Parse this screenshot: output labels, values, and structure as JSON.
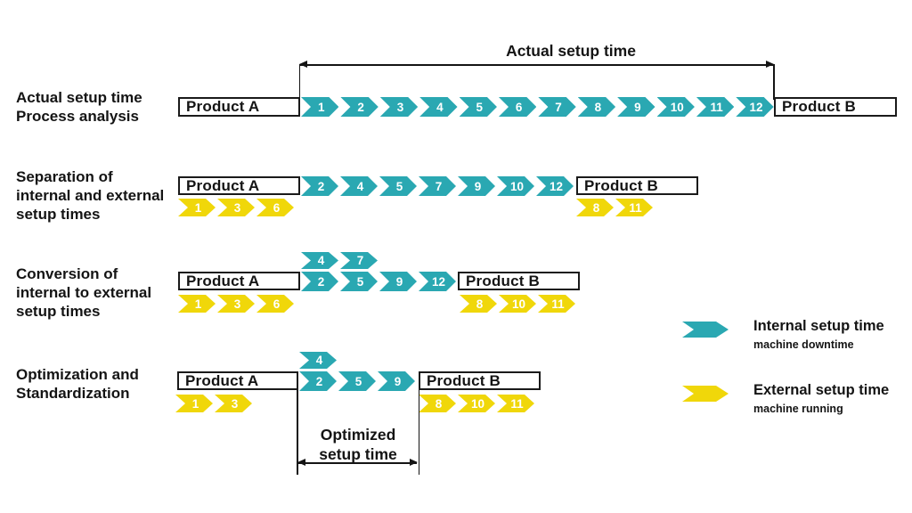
{
  "colors": {
    "internal": "#2AA8B2",
    "external": "#F0D70A",
    "ink": "#141414"
  },
  "annotations": {
    "actual_setup_time": "Actual setup time",
    "optimized_setup_time": "Optimized\nsetup time"
  },
  "rows": [
    {
      "label": "Actual setup time\nProcess analysis",
      "product_a": "Product A",
      "product_b": "Product B",
      "teal_above": [],
      "teal_main": [
        1,
        2,
        3,
        4,
        5,
        6,
        7,
        8,
        9,
        10,
        11,
        12
      ],
      "yellow_a": [],
      "yellow_b": []
    },
    {
      "label": "Separation of\ninternal and external\nsetup times",
      "product_a": "Product A",
      "product_b": "Product B",
      "teal_above": [],
      "teal_main": [
        2,
        4,
        5,
        7,
        9,
        10,
        12
      ],
      "yellow_a": [
        1,
        3,
        6
      ],
      "yellow_b": [
        8,
        11
      ]
    },
    {
      "label": "Conversion of\ninternal to external\nsetup times",
      "product_a": "Product A",
      "product_b": "Product B",
      "teal_above": [
        4,
        7
      ],
      "teal_main": [
        2,
        5,
        9,
        12
      ],
      "yellow_a": [
        1,
        3,
        6
      ],
      "yellow_b": [
        8,
        10,
        11
      ]
    },
    {
      "label": "Optimization and\nStandardization",
      "product_a": "Product A",
      "product_b": "Product B",
      "teal_above": [
        4
      ],
      "teal_main": [
        2,
        5,
        9
      ],
      "yellow_a": [
        1,
        3
      ],
      "yellow_b": [
        8,
        10,
        11
      ]
    }
  ],
  "legend": [
    {
      "title": "Internal setup time",
      "subtitle": "machine downtime"
    },
    {
      "title": "External setup time",
      "subtitle": "machine running"
    }
  ]
}
